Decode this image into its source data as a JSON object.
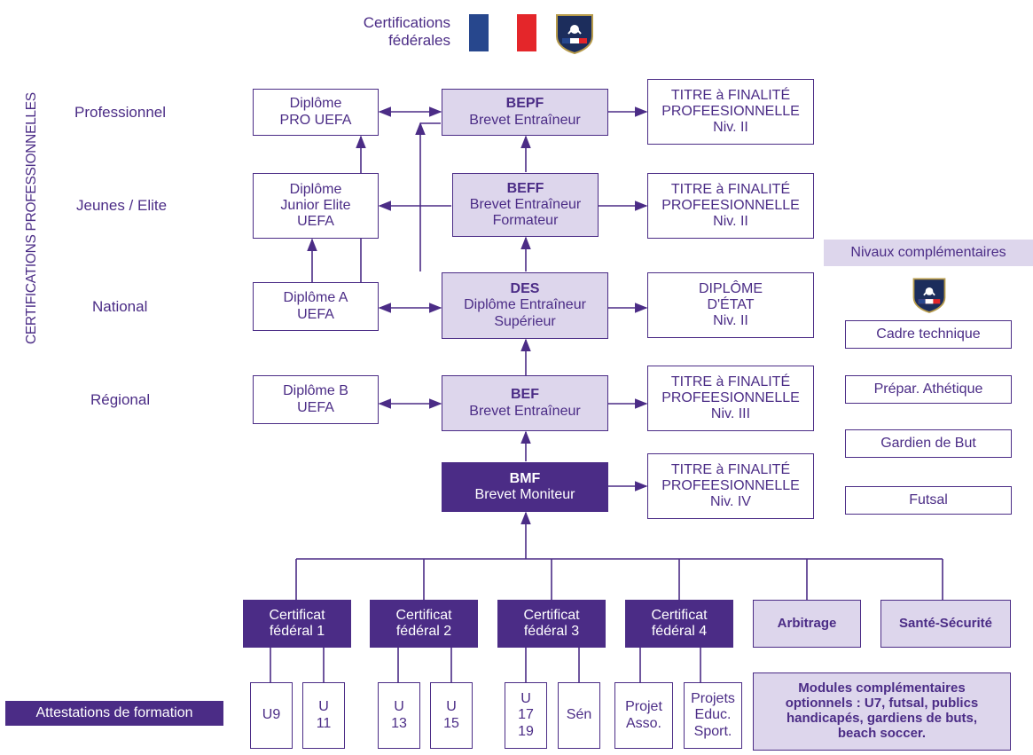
{
  "header": {
    "title_line1": "Certifications",
    "title_line2": "fédérales",
    "flag_colors": [
      "#27478d",
      "#ffffff",
      "#e4262a"
    ]
  },
  "side_title": "CERTIFICATIONS PROFESSIONNELLES",
  "levels": [
    "Professionnel",
    "Jeunes / Elite",
    "National",
    "Régional"
  ],
  "uefa": {
    "pro": [
      "Diplôme",
      "PRO UEFA"
    ],
    "junior": [
      "Diplôme",
      "Junior Elite",
      "UEFA"
    ],
    "a": [
      "Diplôme A",
      "UEFA"
    ],
    "b": [
      "Diplôme B",
      "UEFA"
    ]
  },
  "main": {
    "bepf": {
      "code": "BEPF",
      "name": "Brevet Entraîneur"
    },
    "beff": {
      "code": "BEFF",
      "name1": "Brevet Entraîneur",
      "name2": "Formateur"
    },
    "des": {
      "code": "DES",
      "name1": "Diplôme Entraîneur",
      "name2": "Supérieur"
    },
    "bef": {
      "code": "BEF",
      "name": "Brevet Entraîneur"
    },
    "bmf": {
      "code": "BMF",
      "name": "Brevet Moniteur"
    }
  },
  "titles": {
    "t1": [
      "TITRE à FINALITÉ",
      "PROFEESIONNELLE",
      "Niv. II"
    ],
    "t2": [
      "TITRE à FINALITÉ",
      "PROFEESIONNELLE",
      "Niv. II"
    ],
    "t3": [
      "DIPLÔME",
      "D'ÉTAT",
      "Niv. II"
    ],
    "t4": [
      "TITRE à FINALITÉ",
      "PROFEESIONNELLE",
      "Niv. III"
    ],
    "t5": [
      "TITRE à FINALITÉ",
      "PROFEESIONNELLE",
      "Niv. IV"
    ]
  },
  "complementary": {
    "header": "Nivaux complémentaires",
    "items": [
      "Cadre technique",
      "Prépar. Athétique",
      "Gardien de But",
      "Futsal"
    ]
  },
  "certificates": [
    [
      "Certificat",
      "fédéral 1"
    ],
    [
      "Certificat",
      "fédéral 2"
    ],
    [
      "Certificat",
      "fédéral 3"
    ],
    [
      "Certificat",
      "fédéral 4"
    ]
  ],
  "extra_modules": [
    "Arbitrage",
    "Santé-Sécurité"
  ],
  "attestations": {
    "label": "Attestations de formation",
    "items": [
      [
        "U9"
      ],
      [
        "U",
        "11"
      ],
      [
        "U",
        "13"
      ],
      [
        "U",
        "15"
      ],
      [
        "U",
        "17",
        "19"
      ],
      [
        "Sén"
      ],
      [
        "Projet",
        "Asso."
      ],
      [
        "Projets",
        "Educ.",
        "Sport."
      ]
    ]
  },
  "optional_modules": [
    "Modules complémentaires",
    "optionnels : U7, futsal, publics",
    "handicapés, gardiens de buts,",
    "beach soccer."
  ]
}
